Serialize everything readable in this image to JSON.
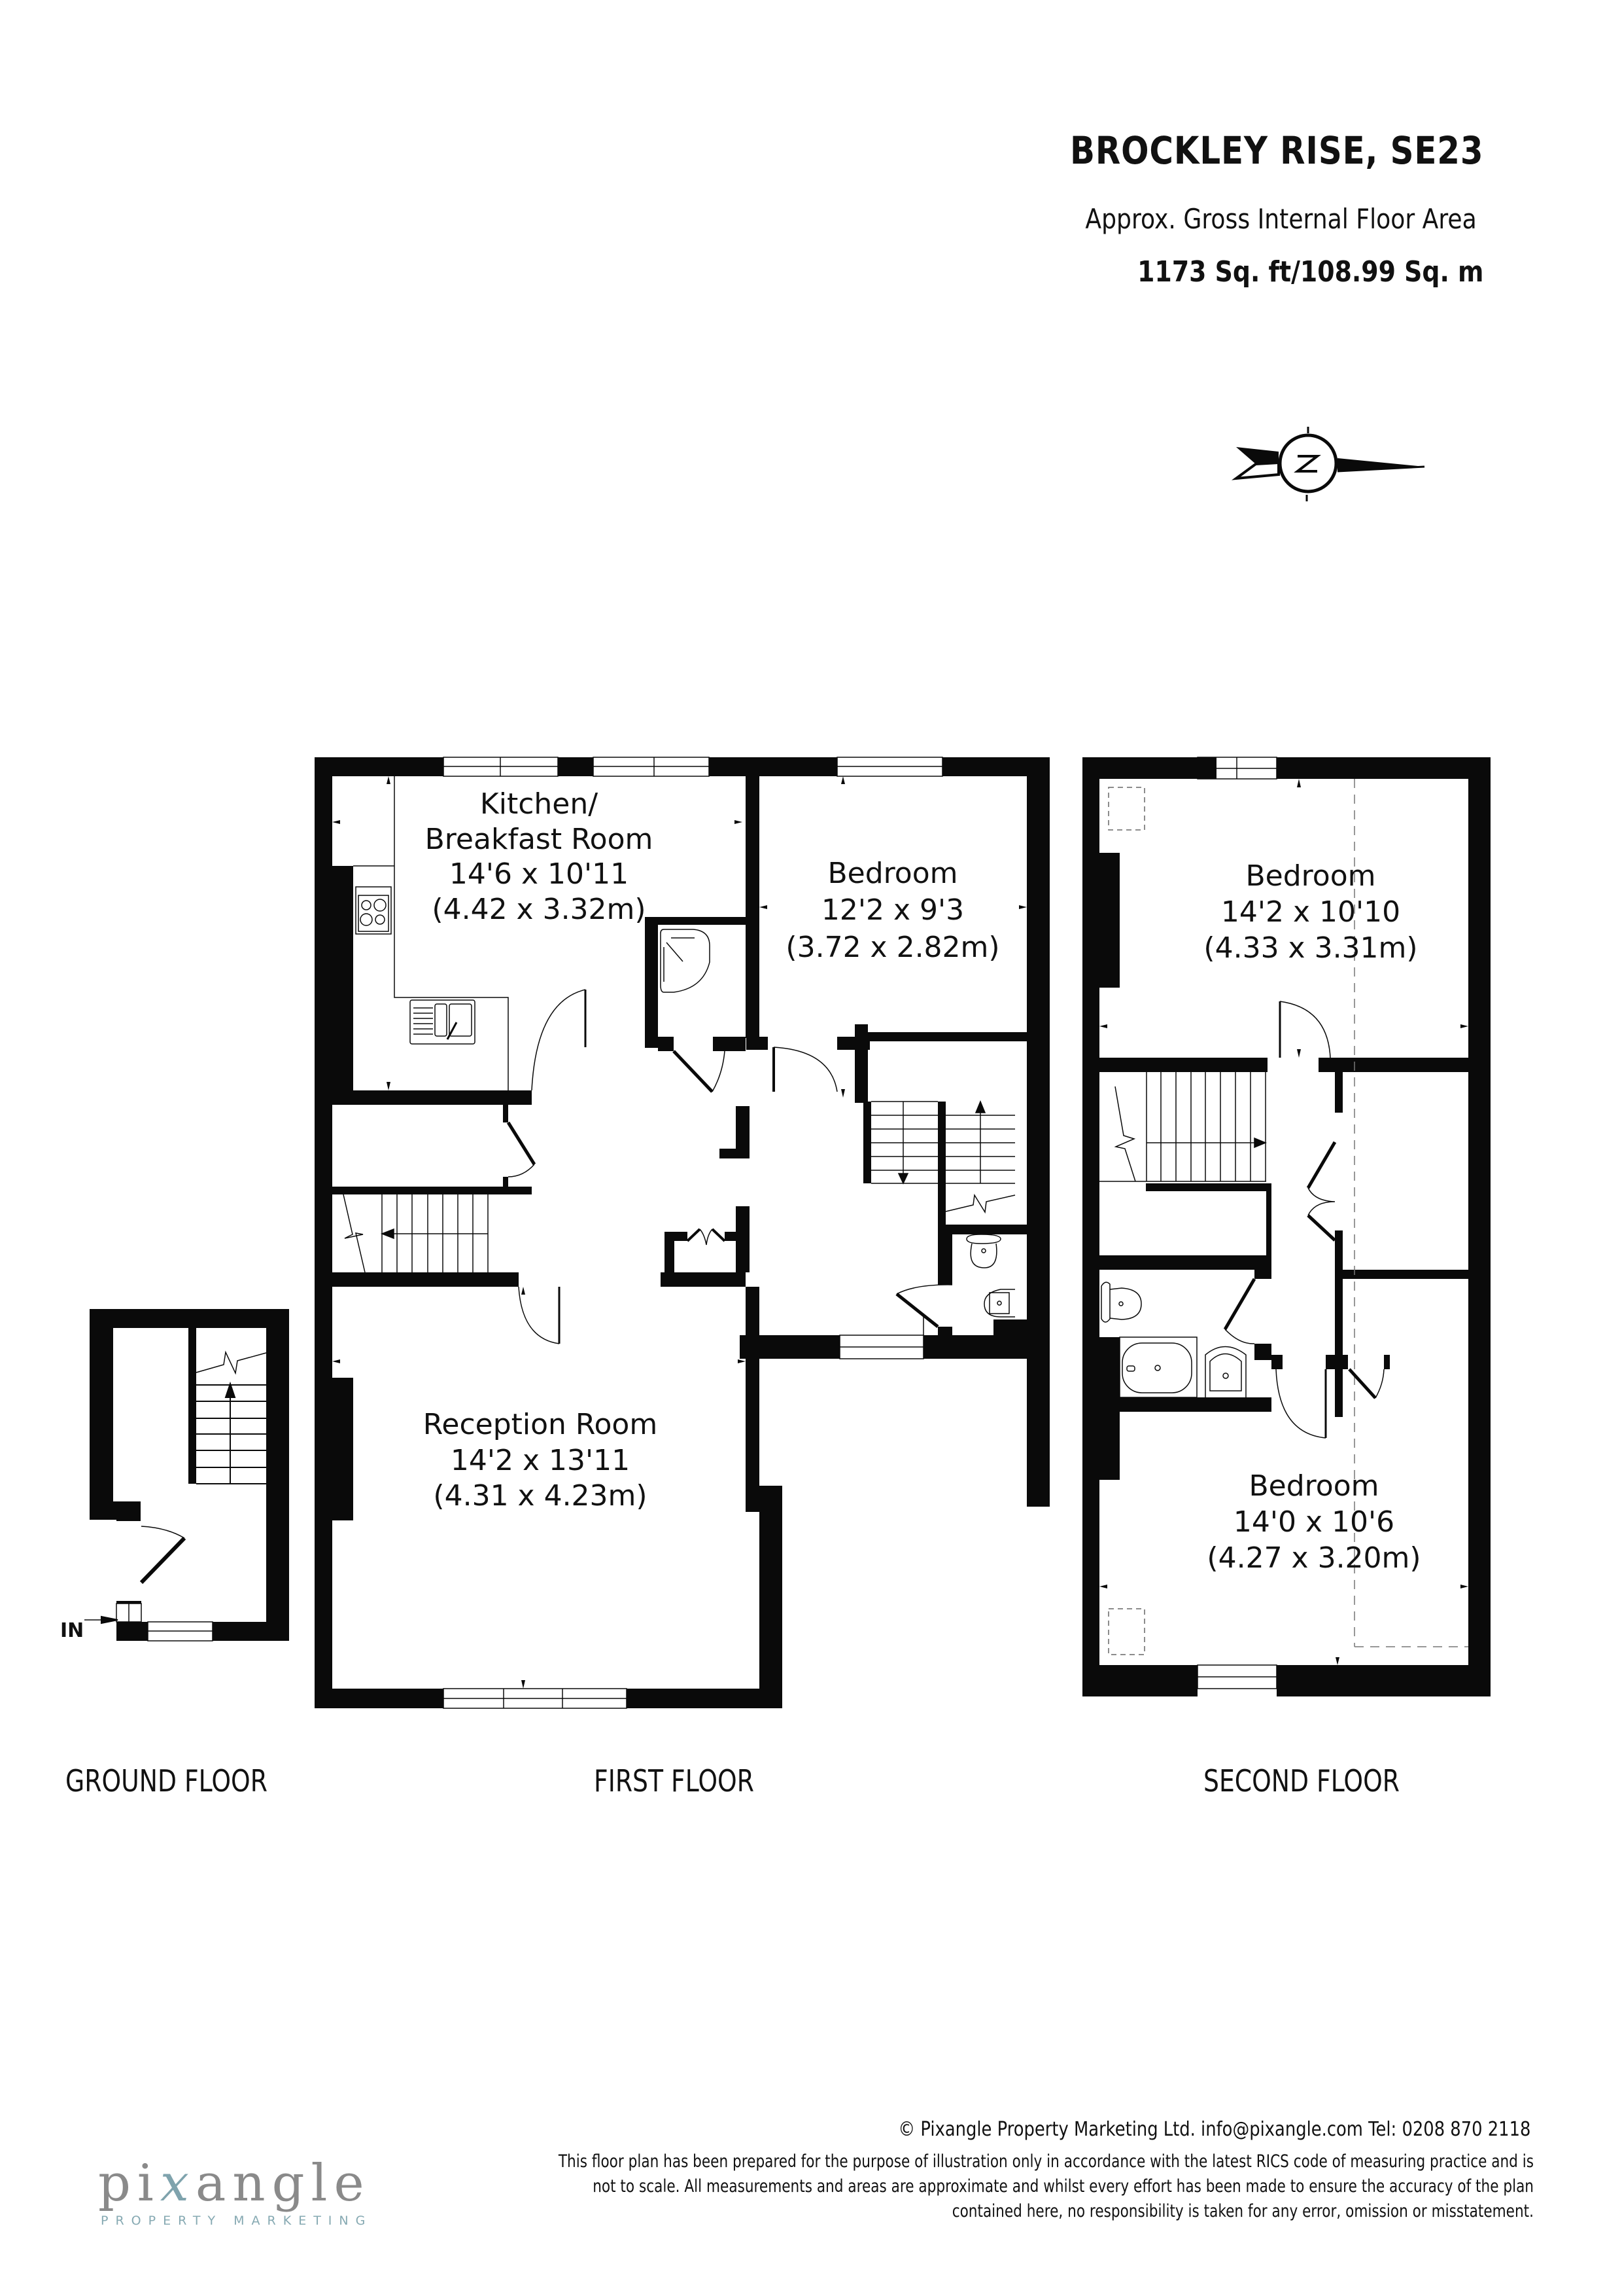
{
  "header": {
    "title": "BROCKLEY RISE, SE23",
    "subtitle": "Approx. Gross Internal Floor Area",
    "area": "1173 Sq. ft/108.99 Sq. m"
  },
  "compass": {
    "icon": "compass-north-icon",
    "letter": "N"
  },
  "floors": {
    "ground": {
      "label": "GROUND FLOOR",
      "entrance_label": "IN"
    },
    "first": {
      "label": "FIRST FLOOR",
      "rooms": [
        {
          "name_lines": [
            "Kitchen/",
            "Breakfast Room"
          ],
          "imperial": "14'6 x 10'11",
          "metric": "(4.42 x 3.32m)"
        },
        {
          "name_lines": [
            "Bedroom"
          ],
          "imperial": "12'2 x 9'3",
          "metric": "(3.72 x 2.82m)"
        },
        {
          "name_lines": [
            "Reception Room"
          ],
          "imperial": "14'2 x 13'11",
          "metric": "(4.31 x 4.23m)"
        }
      ]
    },
    "second": {
      "label": "SECOND FLOOR",
      "rooms": [
        {
          "name_lines": [
            "Bedroom"
          ],
          "imperial": "14'2 x 10'10",
          "metric": "(4.33 x 3.31m)"
        },
        {
          "name_lines": [
            "Bedroom"
          ],
          "imperial": "14'0 x 10'6",
          "metric": "(4.27 x 3.20m)"
        }
      ]
    }
  },
  "footer": {
    "copyright": "© Pixangle Property Marketing Ltd. info@pixangle.com Tel: 0208 870 2118",
    "disclaimer_lines": [
      "This floor plan has been prepared for the purpose of illustration only in accordance with the latest RICS code of measuring practice and is",
      "not to scale. All measurements and areas are approximate and whilst every effort has been made to ensure the accuracy of the plan",
      "contained here, no responsibility is taken for any error, omission or misstatement."
    ],
    "logo": {
      "word_pre": "pi",
      "word_x": "x",
      "word_post": "angle",
      "tagline": "PROPERTY MARKETING"
    }
  },
  "colors": {
    "wall": "#0a0a0a",
    "logo_grey": "#8a8a8a",
    "logo_teal": "#7fa3ad"
  }
}
